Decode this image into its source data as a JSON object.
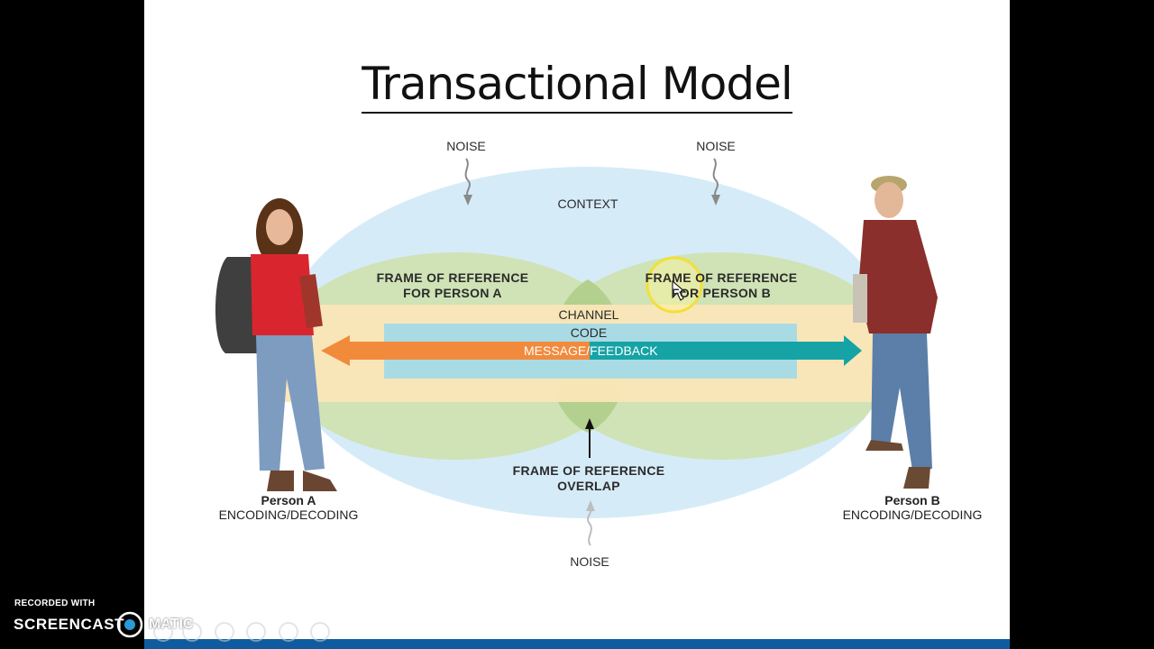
{
  "slide": {
    "title": "Transactional Model"
  },
  "diagram": {
    "noise_left": "NOISE",
    "noise_right": "NOISE",
    "noise_bottom": "NOISE",
    "context": "CONTEXT",
    "frame_a_line1": "FRAME OF REFERENCE",
    "frame_a_line2": "FOR PERSON A",
    "frame_b_line1": "FRAME OF REFERENCE",
    "frame_b_line2": "FOR PERSON B",
    "channel": "CHANNEL",
    "code": "CODE",
    "message_feedback": "MESSAGE/FEEDBACK",
    "overlap_line1": "FRAME OF REFERENCE",
    "overlap_line2": "OVERLAP",
    "person_a_name": "Person A",
    "person_a_role": "ENCODING/DECODING",
    "person_b_name": "Person B",
    "person_b_role": "ENCODING/DECODING",
    "colors": {
      "context": "#d6ebf8",
      "frame": "#cfe3b6",
      "overlap": "#b3d08f",
      "channel": "#fbe6b8",
      "code": "#a9dbe4",
      "message_arrow": "#f28a3c",
      "feedback_arrow": "#16a3a6"
    }
  },
  "watermark": {
    "recorded_with": "RECORDED WITH",
    "brand": "SCREENCAST",
    "brand_suffix": "MATIC"
  }
}
